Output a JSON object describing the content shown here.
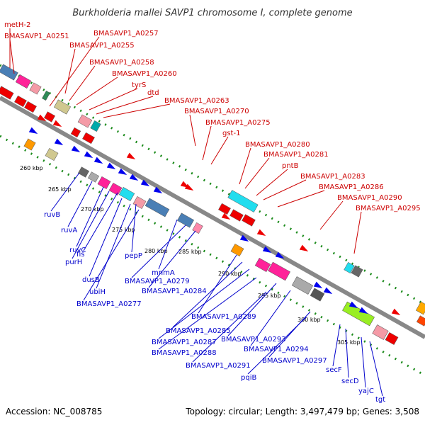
{
  "title": "Burkholderia mallei SAVP1 chromosome I, complete genome",
  "footer": {
    "accession": "Accession: NC_008785",
    "summary": "Topology: circular; Length: 3,497,479 bp; Genes: 3,508"
  },
  "colors": {
    "top_labels": "#cc0000",
    "bottom_labels": "#0000cc",
    "backbone": "#888888",
    "dots": "#1a8a1a",
    "forward_gene": "#ee0000",
    "reverse_gene": "#0000ee"
  },
  "scale_ticks": [
    "260 kbp",
    "265 kbp",
    "270 kbp",
    "275 kbp",
    "280 kbp",
    "285 kbp",
    "290 kbp",
    "295 kbp",
    "300 kbp",
    "305 kbp"
  ],
  "top_labels": [
    "metH-2",
    "BMASAVP1_A0251",
    "BMASAVP1_A0257",
    "BMASAVP1_A0255",
    "BMASAVP1_A0258",
    "BMASAVP1_A0260",
    "tyrS",
    "dtd",
    "BMASAVP1_A0263",
    "BMASAVP1_A0270",
    "BMASAVP1_A0275",
    "gst-1",
    "BMASAVP1_A0280",
    "BMASAVP1_A0281",
    "pntB",
    "BMASAVP1_A0283",
    "BMASAVP1_A0286",
    "BMASAVP1_A0290",
    "BMASAVP1_A0295"
  ],
  "bottom_labels": [
    "ruvB",
    "ruvA",
    "ruvC",
    "fis",
    "purH",
    "pepP",
    "dusB",
    "ubiH",
    "BMASAVP1_A0277",
    "mnmA",
    "BMASAVP1_A0279",
    "BMASAVP1_A0284",
    "BMASAVP1_A0289",
    "BMASAVP1_A0285",
    "BMASAVP1_A0287",
    "BMASAVP1_A0288",
    "BMASAVP1_A0293",
    "BMASAVP1_A0294",
    "BMASAVP1_A0291",
    "BMASAVP1_A0297",
    "pqiB",
    "secF",
    "secD",
    "yajC",
    "tgt"
  ]
}
